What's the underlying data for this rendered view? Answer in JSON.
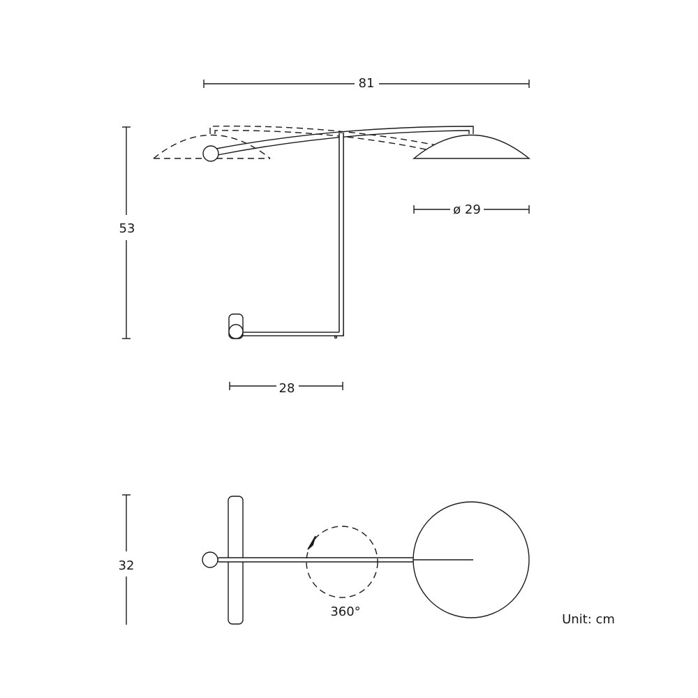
{
  "dimensions": {
    "width": "81",
    "height": "53",
    "shade_diameter": "ø 29",
    "base_arm": "28",
    "depth": "32",
    "rotation": "360°"
  },
  "unit_label": "Unit: cm",
  "colors": {
    "line": "#1a1a1a",
    "background": "#ffffff"
  }
}
